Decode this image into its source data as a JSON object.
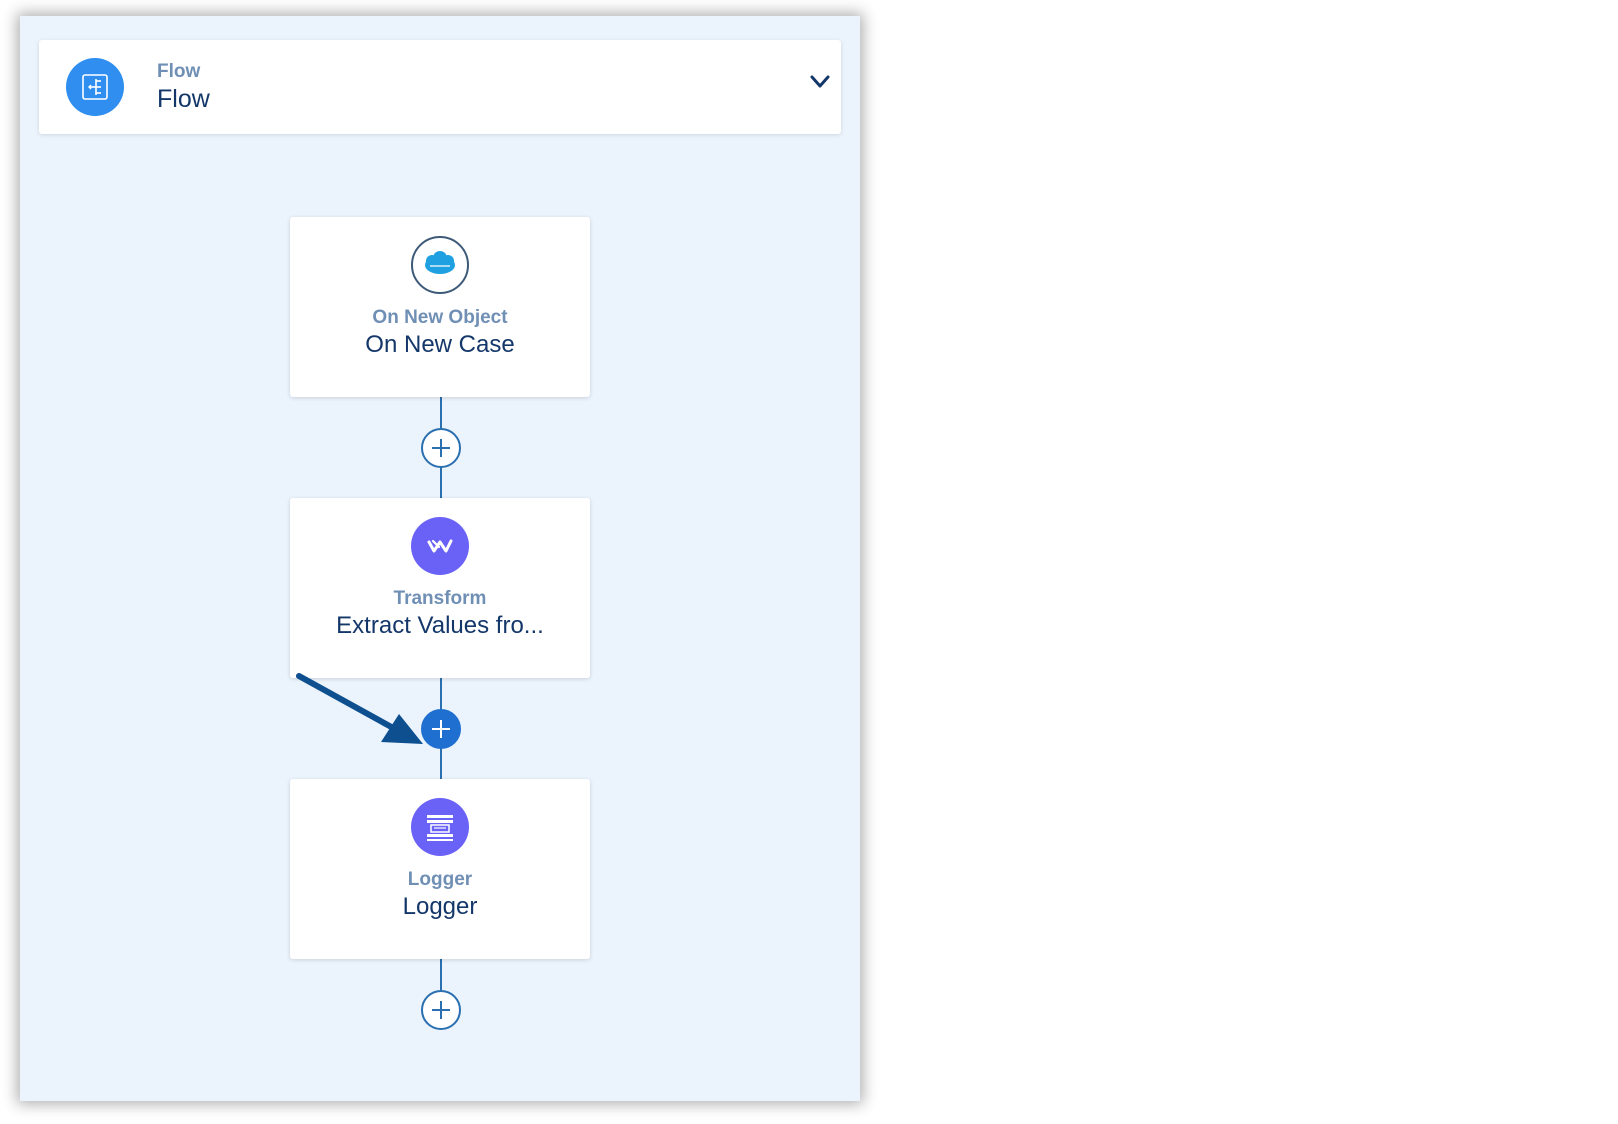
{
  "header": {
    "subtitle": "Flow",
    "title": "Flow"
  },
  "nodes": [
    {
      "type": "On New Object",
      "name": "On New Case",
      "icon": "salesforce-icon"
    },
    {
      "type": "Transform",
      "name": "Extract Values fro...",
      "icon": "transform-icon"
    },
    {
      "type": "Logger",
      "name": "Logger",
      "icon": "logger-icon"
    }
  ],
  "colors": {
    "canvas_bg": "#ebf3fd",
    "accent_blue": "#2f8ef0",
    "node_purple": "#6a62f6",
    "connector": "#2a6fb0",
    "active_add": "#1f6fd1",
    "arrow": "#0d4f8f",
    "label_muted": "#6f8fb5",
    "label_dark": "#14376a"
  }
}
